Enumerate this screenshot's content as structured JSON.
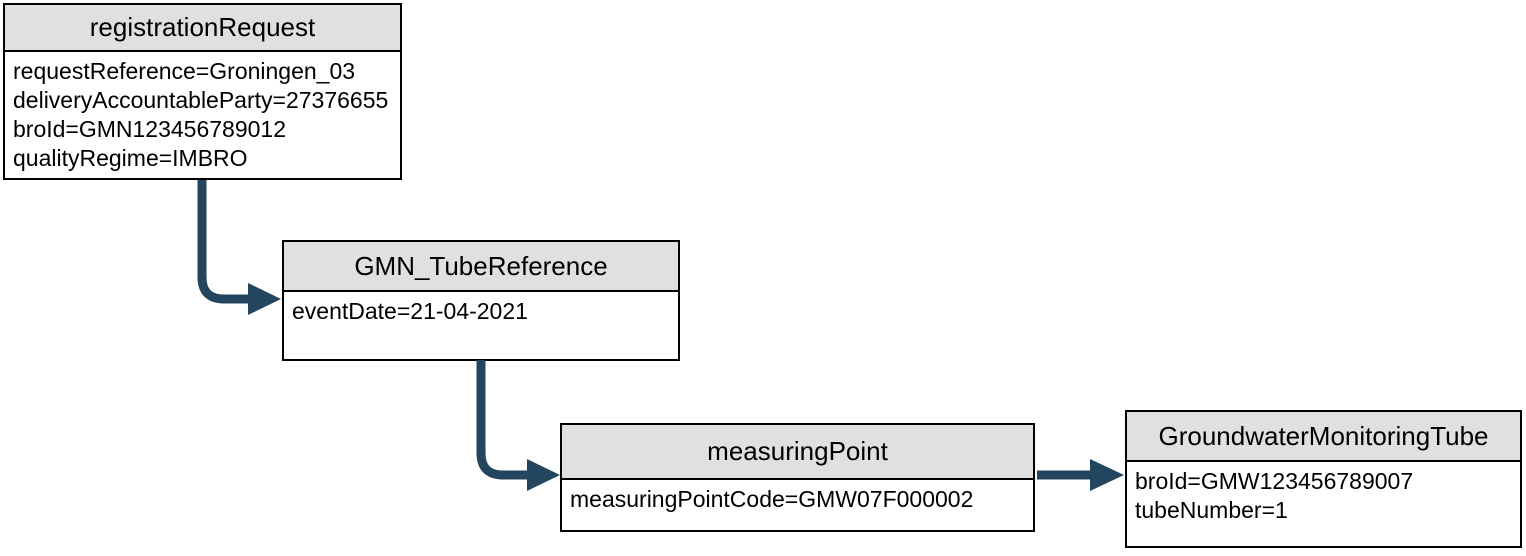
{
  "diagram": {
    "type": "flow-diagram",
    "colors": {
      "background": "#ffffff",
      "node_header_fill": "#e0e0e0",
      "node_border": "#000000",
      "arrow": "#23465e"
    },
    "nodes": [
      {
        "title": "registrationRequest",
        "attributes": [
          "requestReference=Groningen_03",
          "deliveryAccountableParty=27376655",
          "broId=GMN123456789012",
          "qualityRegime=IMBRO"
        ]
      },
      {
        "title": "GMN_TubeReference",
        "attributes": [
          "eventDate=21-04-2021"
        ]
      },
      {
        "title": "measuringPoint",
        "attributes": [
          "measuringPointCode=GMW07F000002"
        ]
      },
      {
        "title": "GroundwaterMonitoringTube",
        "attributes": [
          "broId=GMW123456789007",
          "tubeNumber=1"
        ]
      }
    ],
    "edges": [
      {
        "from": "registrationRequest",
        "to": "GMN_TubeReference"
      },
      {
        "from": "GMN_TubeReference",
        "to": "measuringPoint"
      },
      {
        "from": "measuringPoint",
        "to": "GroundwaterMonitoringTube"
      }
    ]
  }
}
